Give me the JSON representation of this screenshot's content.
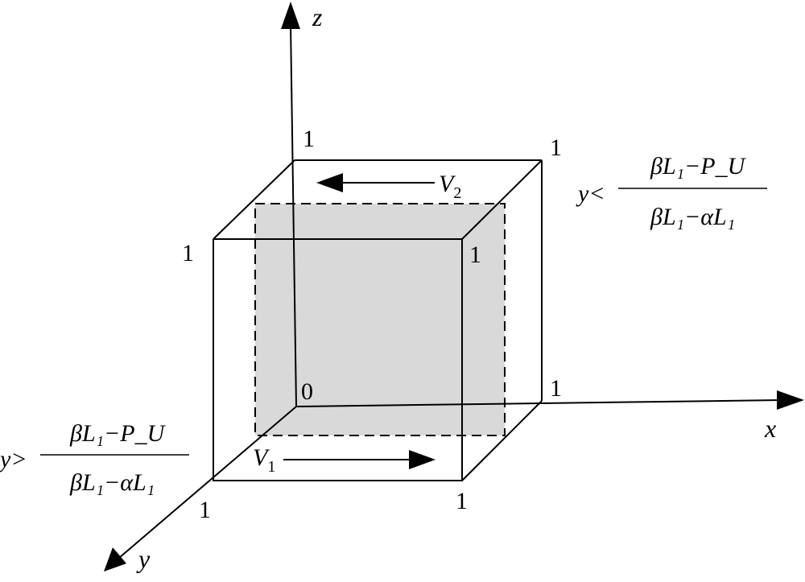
{
  "axes": {
    "z": "z",
    "x": "x",
    "y": "y"
  },
  "ticks": {
    "origin": "0",
    "z_top": "1",
    "top_right": "1",
    "left_mid": "1",
    "right_mid": "1",
    "x_end": "1",
    "y_end": "1",
    "bottom_right": "1"
  },
  "vectors": {
    "v2": {
      "sym": "V",
      "sub": "2"
    },
    "v1": {
      "sym": "V",
      "sub": "1"
    }
  },
  "conditions": {
    "upper": {
      "lhs": "y<",
      "num": "βL₁−P_U",
      "den": "βL₁−αL₁"
    },
    "lower": {
      "lhs": "y>",
      "num": "βL₁−P_U",
      "den": "βL₁−αL₁"
    }
  },
  "colors": {
    "shade": "#d9d9d9",
    "line": "#000000"
  }
}
